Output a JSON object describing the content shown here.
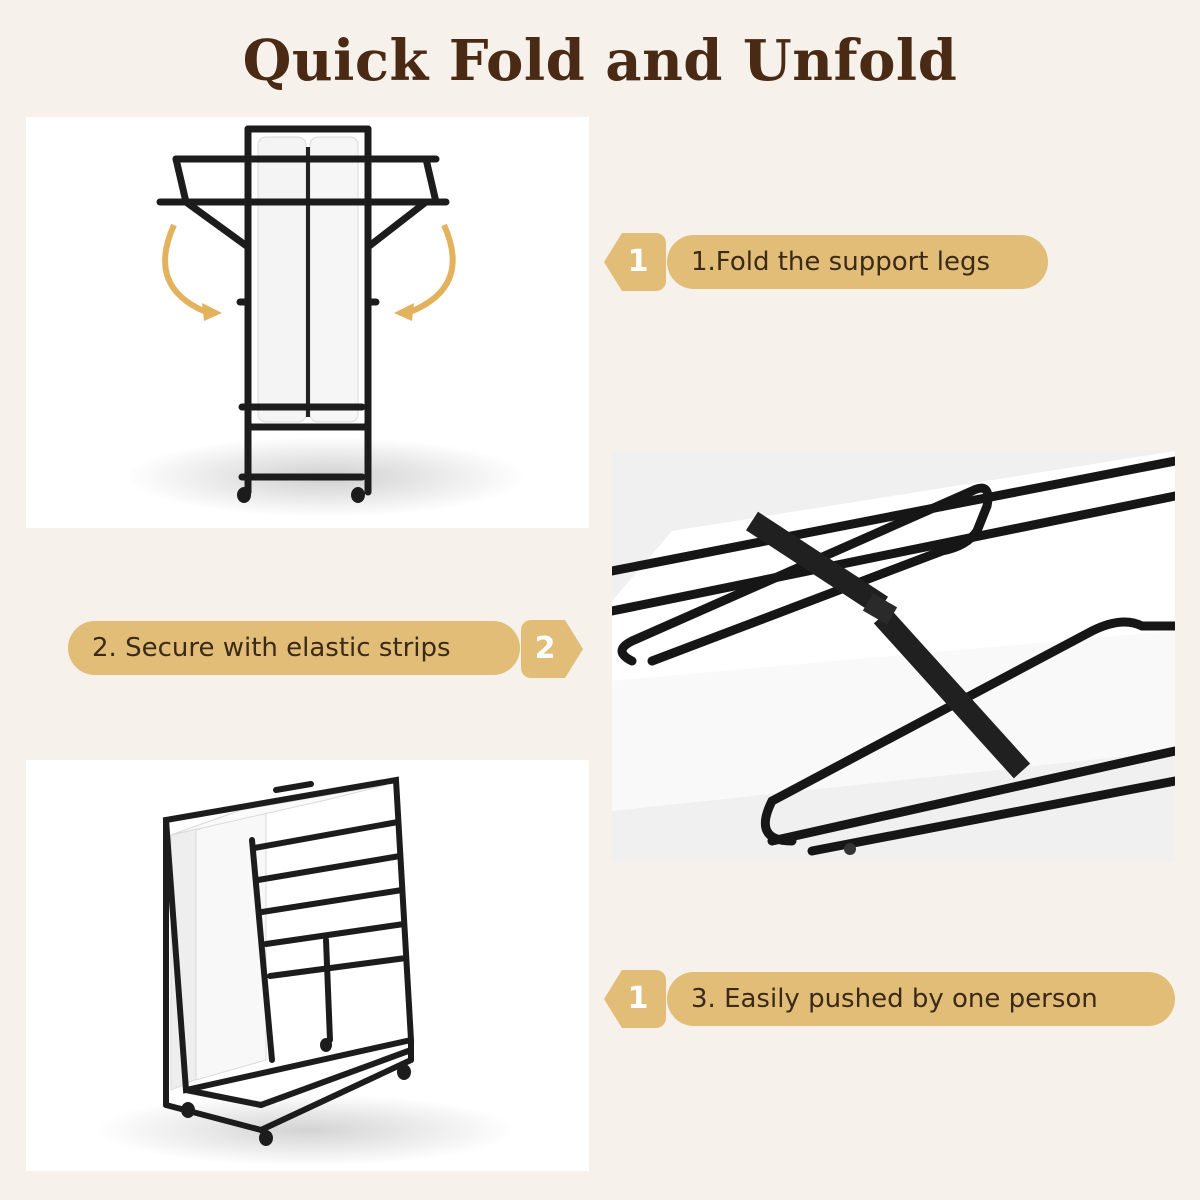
{
  "title": "Quick Fold and Unfold",
  "steps": [
    {
      "badge": "1",
      "label": "1.Fold the support legs"
    },
    {
      "badge": "2",
      "label": "2. Secure with elastic strips"
    },
    {
      "badge": "1",
      "label": "3. Easily pushed by one person"
    }
  ],
  "colors": {
    "background": "#f6f1ea",
    "title": "#4a2a14",
    "pill": "#e1bd77",
    "badge": "#e1bd77",
    "frame": "#1c1c1c",
    "arrow": "#e3b25d"
  }
}
